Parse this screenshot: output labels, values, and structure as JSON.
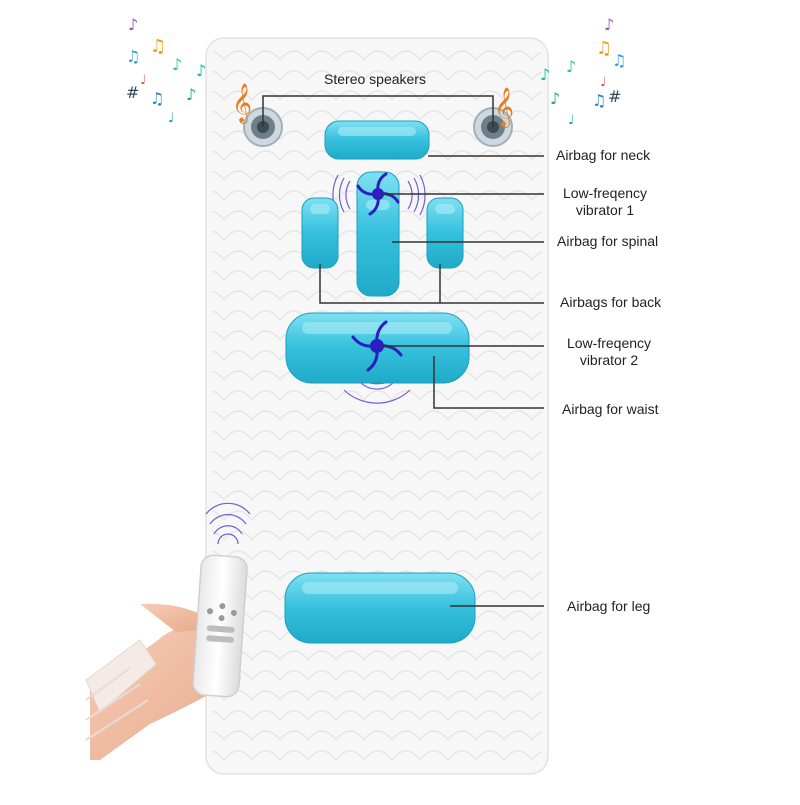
{
  "labels": {
    "stereo_speakers": "Stereo speakers",
    "airbag_neck": "Airbag for neck",
    "vibrator_1_line1": "Low-freqency",
    "vibrator_1_line2": "vibrator 1",
    "airbag_spinal": "Airbag for spinal",
    "airbags_back": "Airbags for back",
    "vibrator_2_line1": "Low-freqency",
    "vibrator_2_line2": "vibrator 2",
    "airbag_waist": "Airbag for waist",
    "airbag_leg": "Airbag for leg"
  },
  "colors": {
    "airbag_fill": "#3cc6e0",
    "airbag_highlight": "#a8ecf7",
    "vibration": "#2a1fbf",
    "mattress": "#f6f6f6",
    "leader_line": "#333333"
  }
}
